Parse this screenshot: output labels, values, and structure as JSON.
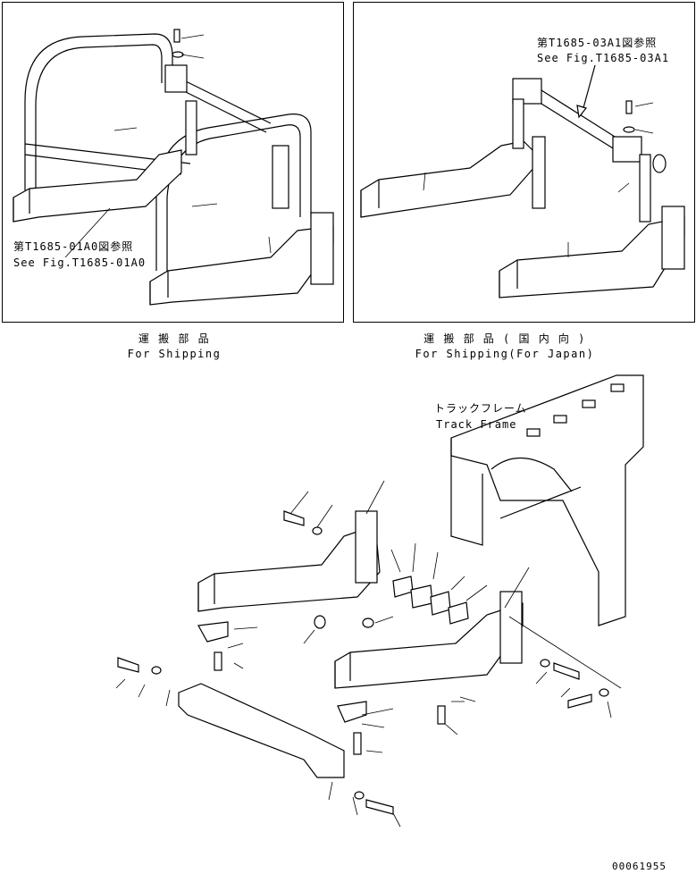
{
  "shipping_panel": {
    "ref_ja": "第T1685-01A0図参照",
    "ref_en": "See Fig.T1685-01A0",
    "caption_ja": "運 搬 部 品",
    "caption_en": "For Shipping"
  },
  "shipping_japan_panel": {
    "ref_ja": "第T1685-03A1図参照",
    "ref_en": "See Fig.T1685-03A1",
    "caption_ja": "運 搬 部 品 ( 国 内 向 )",
    "caption_en": "For Shipping(For Japan)"
  },
  "main_assembly": {
    "track_frame_ja": "トラックフレーム",
    "track_frame_en": "Track Frame"
  },
  "drawing_number": "00061955"
}
